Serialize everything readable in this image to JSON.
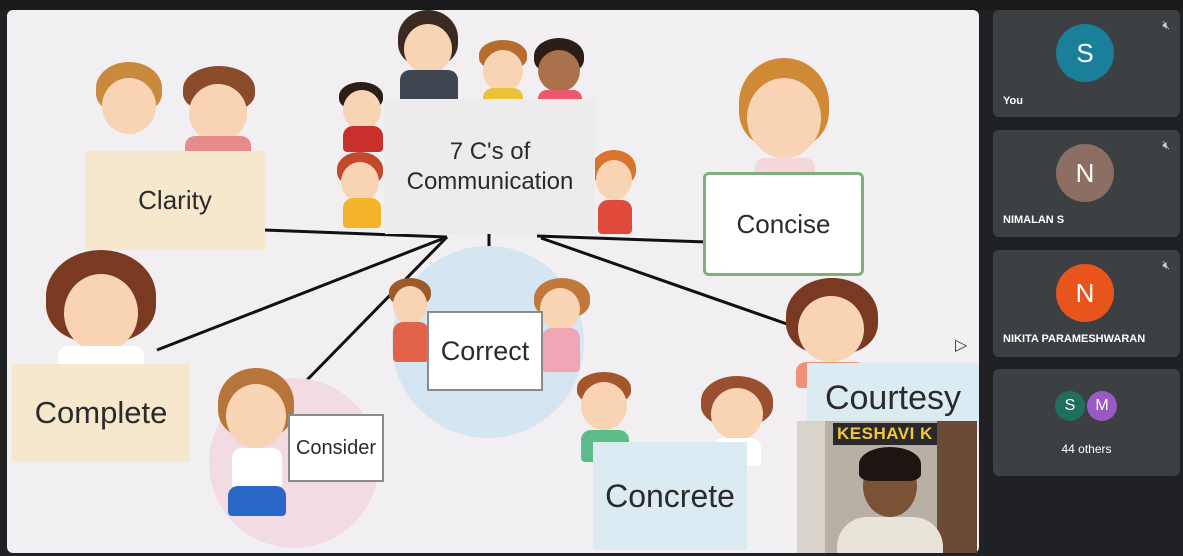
{
  "slide": {
    "title": "7 C's of\nCommunication",
    "title_line1": "7 C's of",
    "title_line2": "Communication",
    "signs": {
      "clarity": "Clarity",
      "concise": "Concise",
      "correct": "Correct",
      "complete": "Complete",
      "consider": "Consider",
      "concrete": "Concrete",
      "courtesy": "Courtesy"
    }
  },
  "presenter": {
    "name": "KESHAVI K"
  },
  "participants": [
    {
      "initial": "S",
      "name": "You",
      "color": "#1a7f99",
      "muted": true
    },
    {
      "initial": "N",
      "name": "NIMALAN S",
      "color": "#8d6e63",
      "muted": true
    },
    {
      "initial": "N",
      "name": "NIKITA PARAMESHWARAN",
      "color": "#e8541c",
      "muted": true
    }
  ],
  "others": {
    "label": "44 others",
    "avatars": [
      {
        "initial": "S",
        "color": "#1f6f5c"
      },
      {
        "initial": "M",
        "color": "#9b59c6"
      }
    ]
  },
  "icons": {
    "mic_off": "mic-off-icon",
    "cursor": "pointer-cursor-icon"
  }
}
